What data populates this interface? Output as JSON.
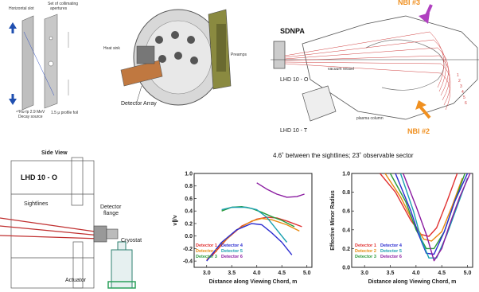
{
  "caption": "4.6˚ between the sightlines; 23˚ observable sector",
  "panel_aperture": {
    "horizontal_slot": "Horizontal slot",
    "collimating": "Set of collimating",
    "apertures": "apertures",
    "source": "⁹⁰Ru-Ip 2.9 MeV",
    "source2": "Decay source",
    "foil": "1.5 μ profile foil"
  },
  "panel_detector": {
    "heat_sink": "Heat sink",
    "preamps": "Preamps",
    "detector_array": "Detector Array"
  },
  "panel_top_view": {
    "sdnpa": "SDNPA",
    "nbi1": "NBI #3",
    "lhd_o": "LHD 10 - O",
    "lhd_t": "LHD 10 - T",
    "vacuum_vessel": "vacuum vessel",
    "plasma_column": "plasma column",
    "nbi2": "NBI #2",
    "numbers": [
      "1",
      "2",
      "3",
      "4",
      "5",
      "6"
    ]
  },
  "panel_side_view": {
    "title": "Side View",
    "lhd": "LHD 10 - O",
    "sightlines": "Sightlines",
    "detector_flange_1": "Detector",
    "detector_flange_2": "flange",
    "cryostat": "Cryostat",
    "actuator": "Actuator"
  },
  "colors": {
    "d1": "#e03030",
    "d2": "#e88a10",
    "d3": "#2a9a3a",
    "d4": "#2a2ad0",
    "d5": "#19a0b0",
    "d6": "#8a1aa0",
    "nbi_arrow_top": "#b040c0",
    "nbi_arrow_bottom": "#f09020",
    "sightline": "#d04040"
  },
  "chart_data": [
    {
      "type": "line",
      "xlabel": "Distance along Viewing Chord, m",
      "ylabel": "v∥/v",
      "xlim": [
        2.75,
        5.1
      ],
      "ylim": [
        -0.5,
        1.0
      ],
      "xticks": [
        "3.0",
        "3.5",
        "4.0",
        "4.5",
        "5.0"
      ],
      "yticks": [
        "-0.4",
        "-0.2",
        "0.0",
        "0.2",
        "0.4",
        "0.6",
        "0.8",
        "1.0"
      ],
      "legend": [
        "Detector 1",
        "Detector 2",
        "Detector 3",
        "Detector 4",
        "Detector 5",
        "Detector 6"
      ],
      "series": [
        {
          "name": "Detector 1",
          "x": [
            3.1,
            3.4,
            3.7,
            4.0,
            4.2,
            4.4,
            4.6,
            4.9
          ],
          "y": [
            -0.32,
            -0.05,
            0.16,
            0.27,
            0.3,
            0.29,
            0.24,
            0.15
          ]
        },
        {
          "name": "Detector 2",
          "x": [
            3.0,
            3.3,
            3.6,
            3.9,
            4.1,
            4.3,
            4.6,
            4.85
          ],
          "y": [
            -0.38,
            -0.12,
            0.1,
            0.24,
            0.28,
            0.26,
            0.18,
            0.08
          ]
        },
        {
          "name": "Detector 3",
          "x": [
            3.3,
            3.5,
            3.7,
            3.9,
            4.1,
            4.3,
            4.5,
            4.75
          ],
          "y": [
            0.4,
            0.46,
            0.47,
            0.44,
            0.38,
            0.31,
            0.25,
            0.15
          ]
        },
        {
          "name": "Detector 4",
          "x": [
            3.0,
            3.3,
            3.6,
            3.9,
            4.1,
            4.3,
            4.5,
            4.7
          ],
          "y": [
            -0.4,
            -0.1,
            0.1,
            0.2,
            0.18,
            0.05,
            -0.1,
            -0.3
          ]
        },
        {
          "name": "Detector 5",
          "x": [
            3.3,
            3.5,
            3.8,
            4.0,
            4.2,
            4.4,
            4.6
          ],
          "y": [
            0.42,
            0.46,
            0.46,
            0.42,
            0.3,
            0.1,
            -0.1
          ]
        },
        {
          "name": "Detector 6",
          "x": [
            4.0,
            4.2,
            4.4,
            4.6,
            4.8,
            4.95
          ],
          "y": [
            0.85,
            0.75,
            0.67,
            0.62,
            0.63,
            0.67
          ]
        }
      ]
    },
    {
      "type": "line",
      "xlabel": "Distance along Viewing Chord, m",
      "ylabel": "Effective Minor Radius",
      "xlim": [
        2.75,
        5.1
      ],
      "ylim": [
        0.0,
        1.0
      ],
      "xticks": [
        "3.0",
        "3.5",
        "4.0",
        "4.5",
        "5.0"
      ],
      "yticks": [
        "0.0",
        "0.2",
        "0.4",
        "0.6",
        "0.8",
        "1.0"
      ],
      "legend": [
        "Detector 1",
        "Detector 2",
        "Detector 3",
        "Detector 4",
        "Detector 5",
        "Detector 6"
      ],
      "series": [
        {
          "name": "Detector 1",
          "x": [
            3.3,
            3.6,
            3.9,
            4.1,
            4.25,
            4.4,
            4.6,
            4.8
          ],
          "y": [
            1.0,
            0.8,
            0.5,
            0.35,
            0.33,
            0.42,
            0.7,
            1.0
          ]
        },
        {
          "name": "Detector 2",
          "x": [
            3.4,
            3.7,
            3.95,
            4.15,
            4.3,
            4.5,
            4.7,
            4.9
          ],
          "y": [
            1.0,
            0.75,
            0.48,
            0.3,
            0.28,
            0.38,
            0.65,
            0.95
          ]
        },
        {
          "name": "Detector 3",
          "x": [
            3.5,
            3.8,
            4.0,
            4.2,
            4.35,
            4.55,
            4.75,
            4.95
          ],
          "y": [
            1.0,
            0.7,
            0.4,
            0.2,
            0.2,
            0.38,
            0.7,
            1.0
          ]
        },
        {
          "name": "Detector 4",
          "x": [
            3.6,
            3.9,
            4.05,
            4.2,
            4.35,
            4.55,
            4.75,
            5.0
          ],
          "y": [
            1.0,
            0.6,
            0.35,
            0.15,
            0.14,
            0.38,
            0.7,
            1.0
          ]
        },
        {
          "name": "Detector 5",
          "x": [
            3.7,
            3.95,
            4.1,
            4.25,
            4.4,
            4.6,
            4.8,
            5.0
          ],
          "y": [
            1.0,
            0.6,
            0.3,
            0.1,
            0.1,
            0.35,
            0.65,
            0.95
          ]
        },
        {
          "name": "Detector 6",
          "x": [
            3.75,
            4.0,
            4.2,
            4.35,
            4.5,
            4.65,
            4.85,
            5.05
          ],
          "y": [
            1.0,
            0.65,
            0.35,
            0.07,
            0.2,
            0.45,
            0.75,
            1.0
          ]
        }
      ]
    }
  ]
}
